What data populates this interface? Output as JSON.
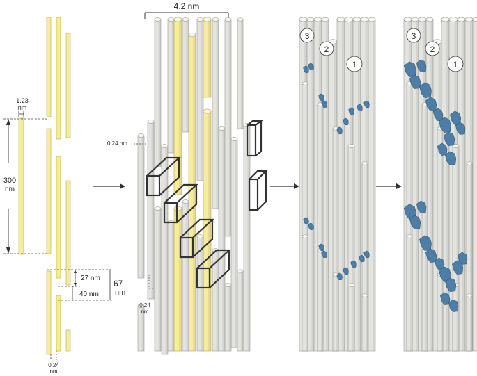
{
  "labels": {
    "width_label": "4.2 nm",
    "diameter_value": "1.23",
    "diameter_unit": "nm",
    "length_value": "300",
    "length_unit": "nm",
    "overlap_label": "27 nm",
    "gap_label": "40 nm",
    "period_value": "67",
    "period_unit": "nm",
    "stagger_bottom_value": "0.24",
    "stagger_bottom_unit": "nm",
    "stagger_mid_label": "0.24 nm",
    "stagger_low_value": "0.24",
    "stagger_low_unit": "nm",
    "fiber_label_1": "1",
    "fiber_label_2": "2",
    "fiber_label_3": "3"
  },
  "colors": {
    "collagen": "#f7ec9c",
    "collagen_stroke": "#b9a84a",
    "cylinder": "#e3e4df",
    "cylinder_stroke": "#9a9c96",
    "mineral": "#4e7ea6",
    "mineral_dark": "#2f5878",
    "box": "#333333"
  },
  "icons": [
    "arrow-right-icon"
  ]
}
